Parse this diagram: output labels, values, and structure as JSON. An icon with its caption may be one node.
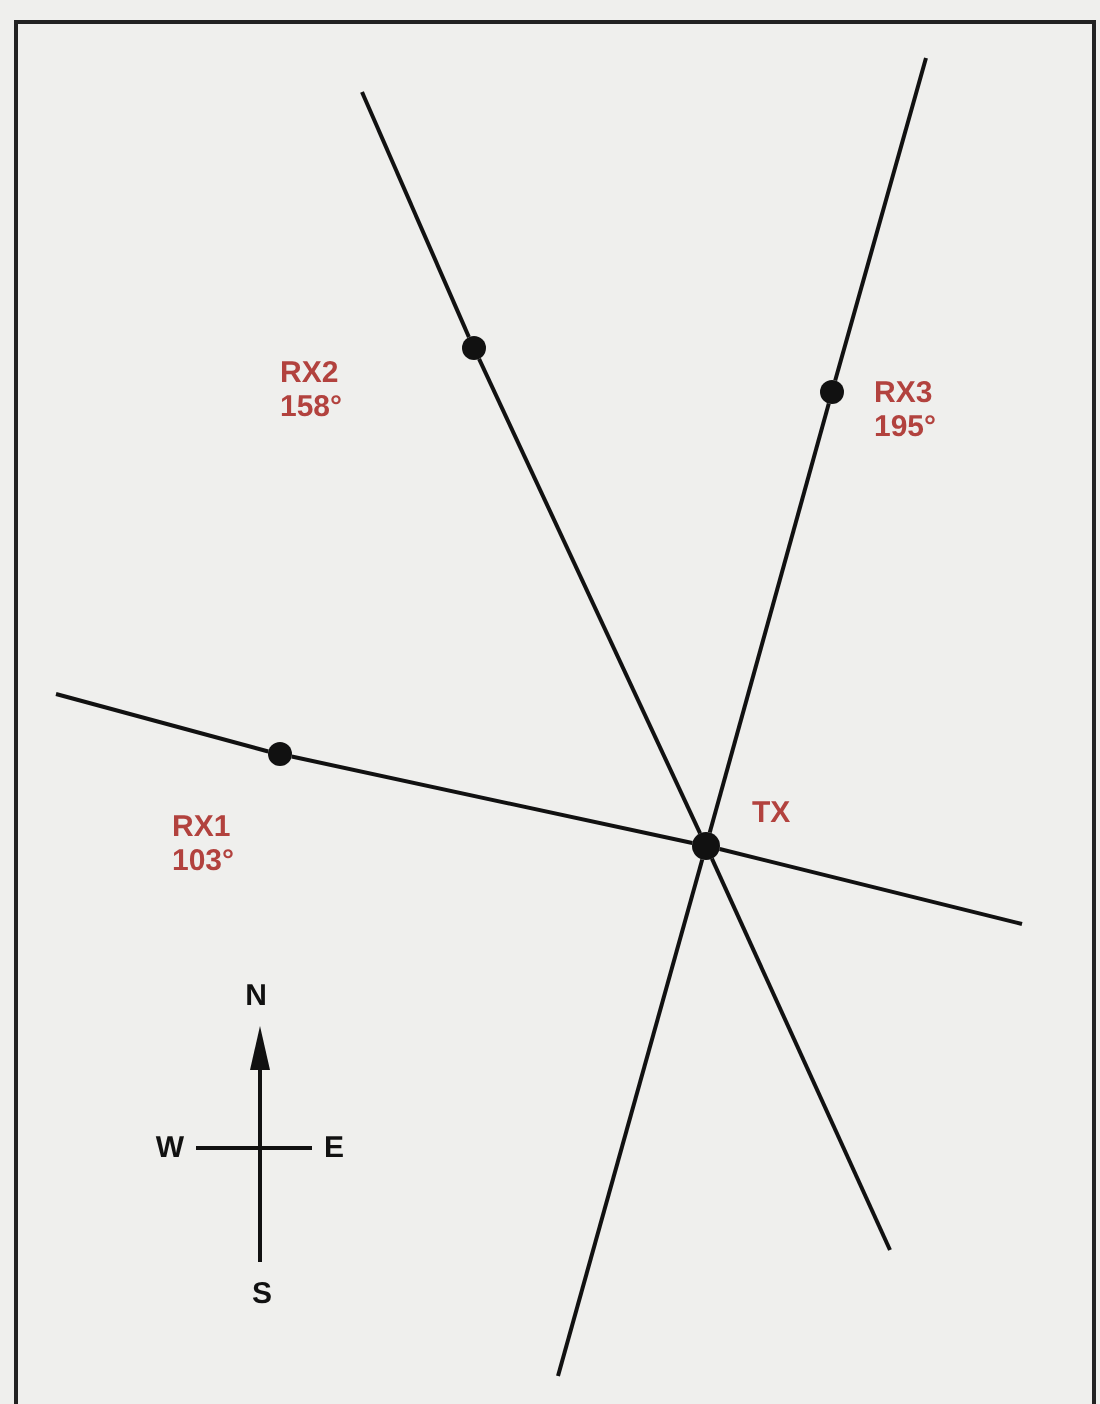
{
  "diagram": {
    "nodes": [
      {
        "text": [],
        "shape": "circle",
        "beside": [
          "RX2",
          "158°"
        ]
      },
      {
        "text": [],
        "shape": "circle",
        "beside": [
          "RX3",
          "195°"
        ]
      },
      {
        "text": [],
        "shape": "circle",
        "beside": [
          "RX1",
          "103°"
        ]
      },
      {
        "text": [],
        "shape": "circle",
        "beside": [
          "TX"
        ]
      }
    ],
    "edges": [
      {
        "from": 0,
        "to": 3,
        "arrow": "none"
      },
      {
        "from": 1,
        "to": 3,
        "arrow": "none"
      },
      {
        "from": 2,
        "to": 3,
        "arrow": "none"
      }
    ],
    "labels": [
      "N",
      "W",
      "E",
      "S"
    ]
  }
}
